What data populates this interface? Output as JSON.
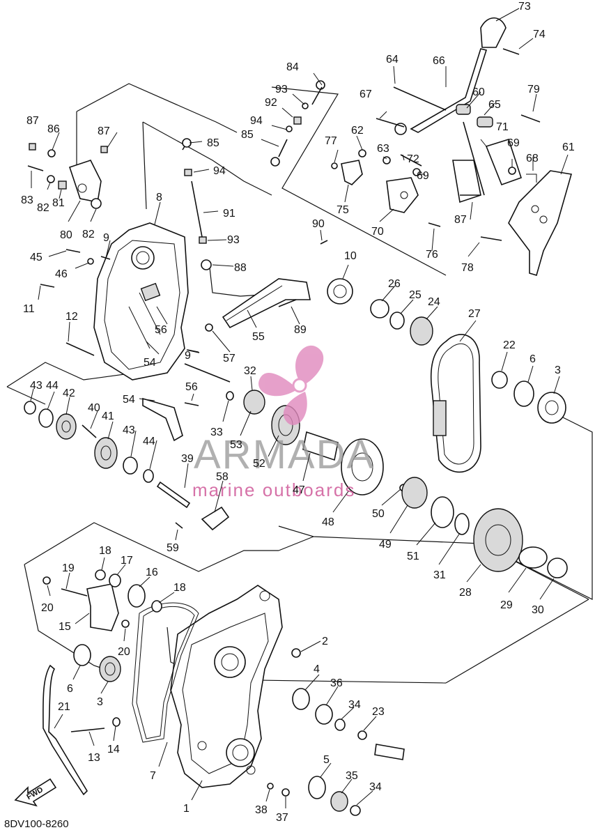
{
  "diagram_code": "8DV100-8260",
  "fwd_label": "FWD",
  "watermark": {
    "brand": "ARMADA",
    "tagline": "marine outboards",
    "colors": {
      "brand_text": "#9a9a9a",
      "logo": "#e089bd",
      "tagline": "#cf5a9a"
    }
  },
  "callouts": [
    "1",
    "2",
    "3",
    "3",
    "4",
    "5",
    "6",
    "6",
    "7",
    "8",
    "9",
    "9",
    "10",
    "11",
    "12",
    "13",
    "14",
    "15",
    "16",
    "17",
    "18",
    "18",
    "19",
    "20",
    "20",
    "21",
    "22",
    "23",
    "24",
    "25",
    "26",
    "27",
    "28",
    "29",
    "30",
    "31",
    "32",
    "33",
    "34",
    "34",
    "35",
    "36",
    "37",
    "38",
    "39",
    "40",
    "41",
    "42",
    "43",
    "43",
    "44",
    "44",
    "45",
    "46",
    "47",
    "48",
    "49",
    "50",
    "51",
    "52",
    "53",
    "54",
    "54",
    "55",
    "56",
    "56",
    "57",
    "58",
    "59",
    "60",
    "61",
    "62",
    "63",
    "64",
    "65",
    "66",
    "67",
    "68",
    "69",
    "69",
    "70",
    "71",
    "72",
    "73",
    "74",
    "75",
    "76",
    "77",
    "78",
    "79",
    "80",
    "81",
    "82",
    "82",
    "83",
    "84",
    "85",
    "85",
    "86",
    "87",
    "87",
    "87",
    "88",
    "89",
    "90",
    "91",
    "92",
    "93",
    "93",
    "94",
    "94"
  ]
}
